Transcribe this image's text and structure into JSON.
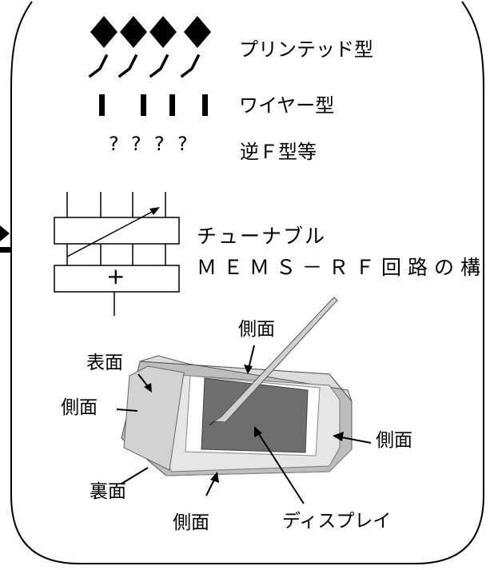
{
  "antenna_types": [
    {
      "label": "プリンテッド型",
      "icon": "diamond-icon"
    },
    {
      "label": "ワイヤー型",
      "icon": "wire-bar-icon"
    },
    {
      "label": "逆Ｆ型等",
      "icon": "question-mark-glyph",
      "glyphs": [
        "?",
        "?",
        "?",
        "?"
      ]
    }
  ],
  "mems": {
    "title": "チューナブル",
    "subtitle": "ＭＥＭＳ－ＲＦ回路の構",
    "plus_symbol": "+"
  },
  "device": {
    "labels": {
      "side_top": "側面",
      "front": "表面",
      "side_left": "側面",
      "side_right": "側面",
      "back": "裏面",
      "side_bottom": "側面",
      "display": "ディスプレイ"
    }
  },
  "colors": {
    "frame": "#000000",
    "device_body": "#e4e4e4",
    "device_shade": "#b8b8b8",
    "screen_bezel": "#ffffff",
    "screen": "#6a6a6a",
    "stylus": "#c8c8c8"
  }
}
